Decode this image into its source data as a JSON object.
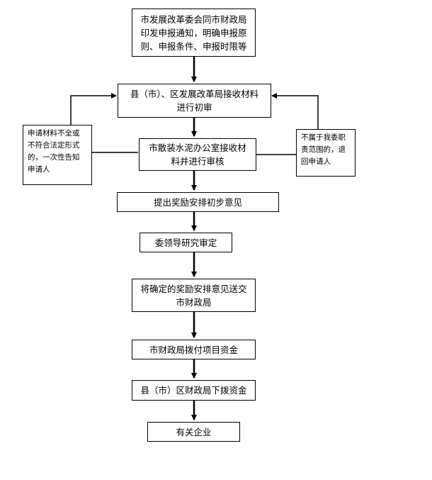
{
  "nodes": {
    "n1": "市发展改革委会同市财政局\n印发申报通知，明确申报原\n则、申报条件、申报时限等",
    "n2": "县（市）、区发展改革局接收材料\n进行初审",
    "n3": "市散装水泥办公室接收材\n料并进行审核",
    "n4": "提出奖励安排初步意见",
    "n5": "委领导研究审定",
    "n6": "将确定的奖励安排意见送交\n市财政局",
    "n7": "市财政局拨付项目资金",
    "n8": "县（市）区财政局下拨资金",
    "n9": "有关企业",
    "left_note": "申请材料不全或\n不符合法定形式\n的，一次性告知\n申请人",
    "right_note": "不属于我委职\n责范围的，退\n回申请人"
  }
}
